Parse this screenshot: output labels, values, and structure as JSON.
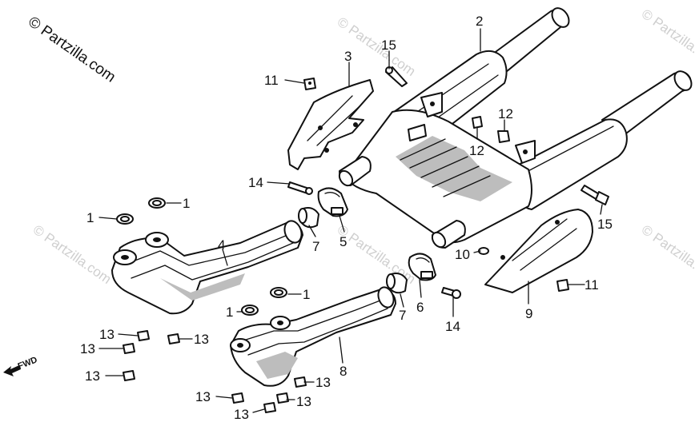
{
  "copyright": "© Partzilla.com",
  "watermark": "© Partzilla.com",
  "fwd_label": "FWD",
  "callouts": {
    "c1a": "1",
    "c1b": "1",
    "c1c": "1",
    "c1d": "1",
    "c2": "2",
    "c3": "3",
    "c4": "4",
    "c5": "5",
    "c6": "6",
    "c7a": "7",
    "c7b": "7",
    "c8": "8",
    "c9": "9",
    "c10": "10",
    "c11a": "11",
    "c11b": "11",
    "c12a": "12",
    "c12b": "12",
    "c13a": "13",
    "c13b": "13",
    "c13c": "13",
    "c13d": "13",
    "c13e": "13",
    "c13f": "13",
    "c13g": "13",
    "c13h": "13",
    "c14a": "14",
    "c14b": "14",
    "c15a": "15",
    "c15b": "15"
  }
}
